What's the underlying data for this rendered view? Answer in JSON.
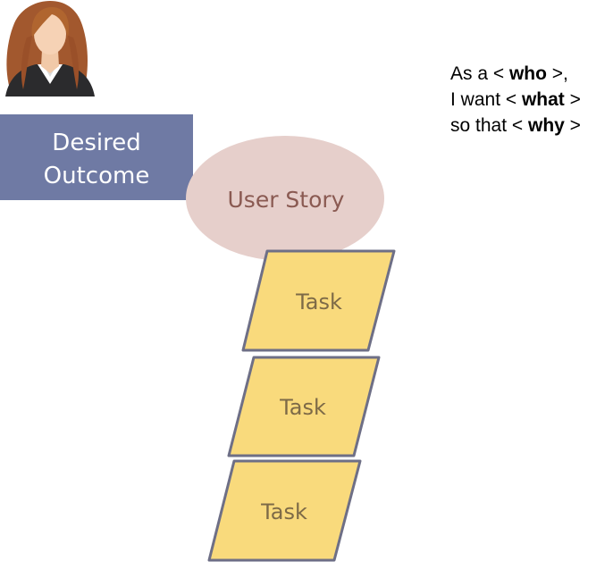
{
  "persona": {
    "icon": "female-user-avatar-icon"
  },
  "desired_outcome": {
    "line1": "Desired",
    "line2": "Outcome",
    "fill": "#6f7aa4",
    "text_color": "#ffffff"
  },
  "user_story": {
    "label": "User Story",
    "fill": "#e6cfcb",
    "text_color": "#8a5a52"
  },
  "tasks": [
    {
      "label": "Task"
    },
    {
      "label": "Task"
    },
    {
      "label": "Task"
    }
  ],
  "task_style": {
    "fill": "#f9da7c",
    "stroke": "#6e6f86",
    "text_color": "#7d6a47"
  },
  "story_template": {
    "line1": {
      "prefix": "As a < ",
      "keyword": "who",
      "suffix": " >,"
    },
    "line2": {
      "prefix": "I want < ",
      "keyword": "what",
      "suffix": " >"
    },
    "line3": {
      "prefix": "so that < ",
      "keyword": "why",
      "suffix": " >"
    }
  }
}
